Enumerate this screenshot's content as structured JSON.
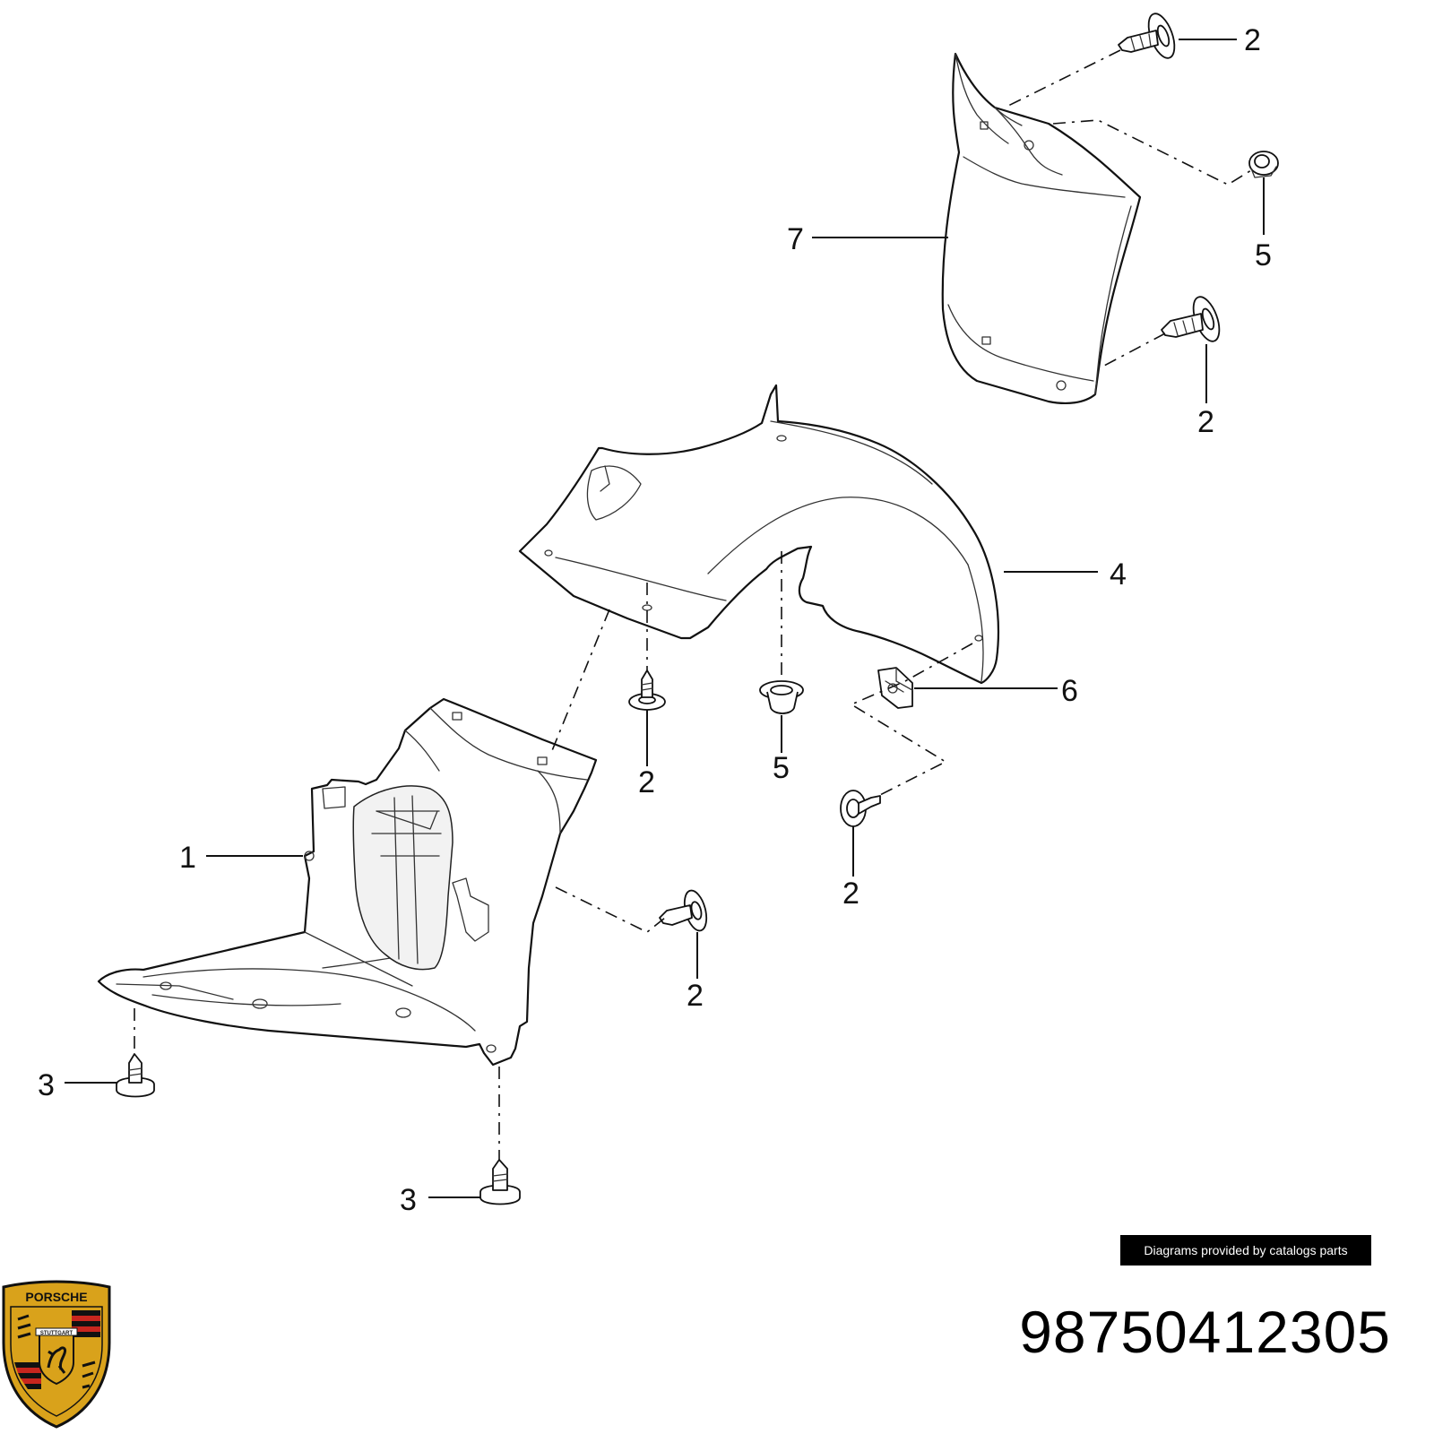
{
  "diagram": {
    "callouts": [
      {
        "id": "c2-top",
        "label": "2"
      },
      {
        "id": "c5-top",
        "label": "5"
      },
      {
        "id": "c7",
        "label": "7"
      },
      {
        "id": "c2-upper-right",
        "label": "2"
      },
      {
        "id": "c4",
        "label": "4"
      },
      {
        "id": "c6",
        "label": "6"
      },
      {
        "id": "c2-mid",
        "label": "2"
      },
      {
        "id": "c5-mid",
        "label": "5"
      },
      {
        "id": "c2-right",
        "label": "2"
      },
      {
        "id": "c1",
        "label": "1"
      },
      {
        "id": "c2-lower",
        "label": "2"
      },
      {
        "id": "c3-left",
        "label": "3"
      },
      {
        "id": "c3-bottom",
        "label": "3"
      }
    ]
  },
  "credit": "Diagrams provided by catalogs parts",
  "part_number": "98750412305",
  "logo": {
    "brand": "PORSCHE",
    "city": "STUTTGART"
  },
  "colors": {
    "logo_red": "#c8261e",
    "logo_gold": "#d9a21b",
    "logo_black": "#111111"
  }
}
